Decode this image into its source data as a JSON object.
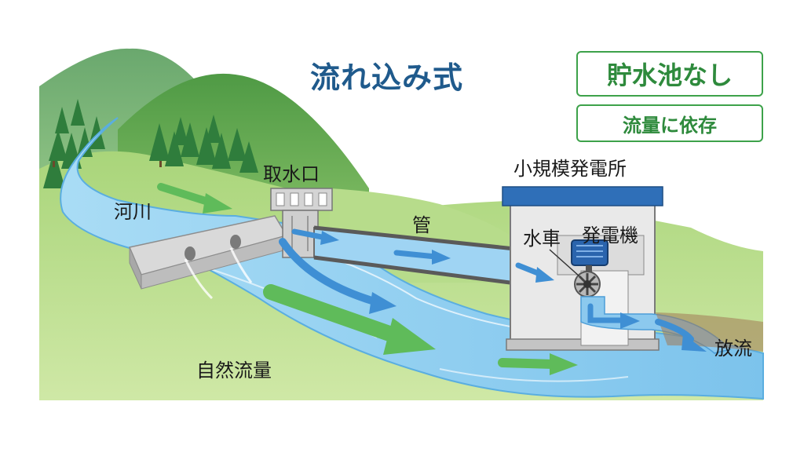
{
  "title": "流れ込み式",
  "badges": {
    "no_reservoir": "貯水池なし",
    "flow_dependent": "流量に依存"
  },
  "labels": {
    "river": "河川",
    "intake": "取水口",
    "pipe": "管",
    "power_station": "小規模発電所",
    "water_wheel": "水車",
    "generator": "発電機",
    "discharge": "放流",
    "natural_flow": "自然流量"
  },
  "colors": {
    "title": "#1f5a8c",
    "badge_border": "#3da24a",
    "badge_text": "#2e8a3c",
    "water": "#8fcdf0",
    "roof": "#2f6fb8",
    "arrow_green": "#5fbb5a",
    "arrow_blue": "#3f8fd4"
  }
}
